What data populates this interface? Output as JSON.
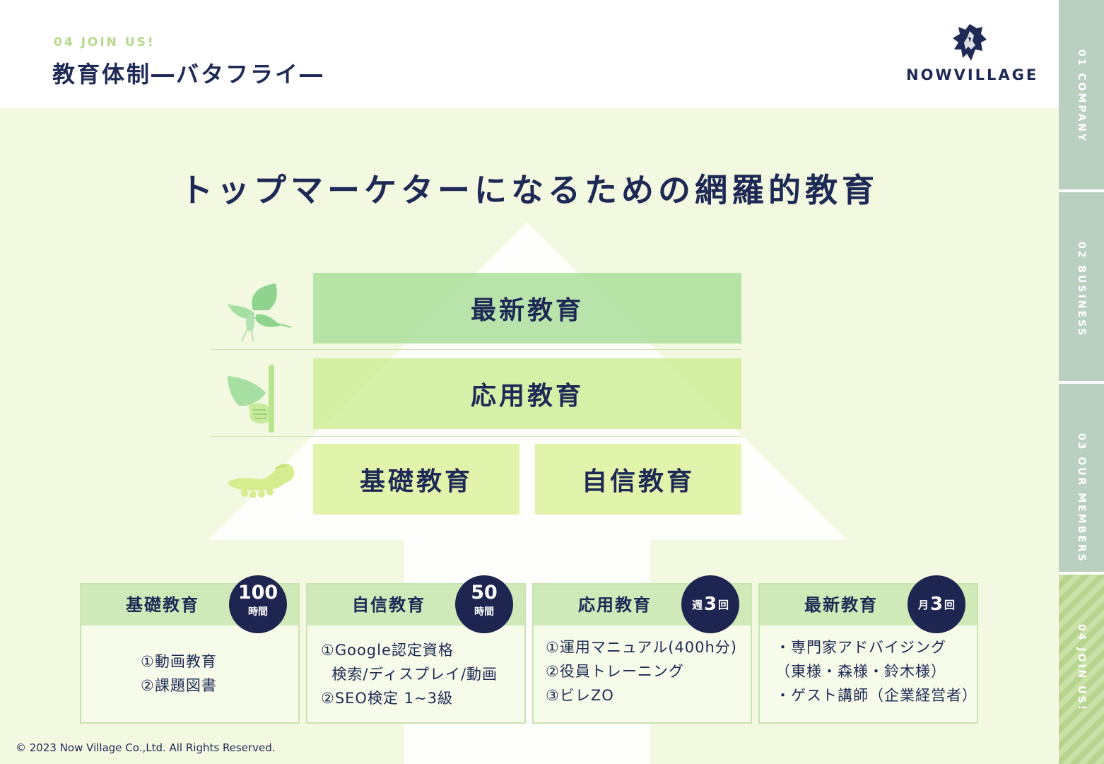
{
  "header": {
    "section_tag": "04 JOIN US!",
    "title": "教育体制―バタフライ―",
    "logo_text": "NOWVILLAGE"
  },
  "headline": "トップマーケターになるための網羅的教育",
  "pyramid": {
    "top": "最新教育",
    "middle": "応用教育",
    "base_left": "基礎教育",
    "base_right": "自信教育",
    "icons": [
      "butterfly-icon",
      "chrysalis-icon",
      "caterpillar-icon"
    ]
  },
  "cards": [
    {
      "title": "基礎教育",
      "badge_num": "100",
      "badge_unit": "時間",
      "lines": [
        "①動画教育",
        "②課題図書"
      ]
    },
    {
      "title": "自信教育",
      "badge_num": "50",
      "badge_unit": "時間",
      "lines": [
        "①Google認定資格",
        "  検索/ディスプレイ/動画",
        "②SEO検定 1~3級"
      ]
    },
    {
      "title": "応用教育",
      "badge_pre": "週",
      "badge_num": "3",
      "badge_post": "回",
      "lines": [
        "①運用マニュアル(400h分)",
        "②役員トレーニング",
        "③ビレZO"
      ]
    },
    {
      "title": "最新教育",
      "badge_pre": "月",
      "badge_num": "3",
      "badge_post": "回",
      "lines": [
        "・専門家アドバイジング",
        "（東様・森様・鈴木様）",
        "・ゲスト講師（企業経営者）"
      ]
    }
  ],
  "copyright": "© 2023  Now Village Co.,Ltd. All Rights Reserved.",
  "side_nav": [
    {
      "label": "01 COMPANY",
      "active": false
    },
    {
      "label": "02 BUSINESS",
      "active": false
    },
    {
      "label": "03 OUR MEMBERS",
      "active": false
    },
    {
      "label": "04 JOIN US!",
      "active": true
    }
  ],
  "colors": {
    "navy": "#1e2a55",
    "accent_green": "#b6d98e",
    "panel_bg": "#f3f9e1",
    "badge_bg": "#1d2550",
    "nav_bg": "#b9cfc0"
  }
}
